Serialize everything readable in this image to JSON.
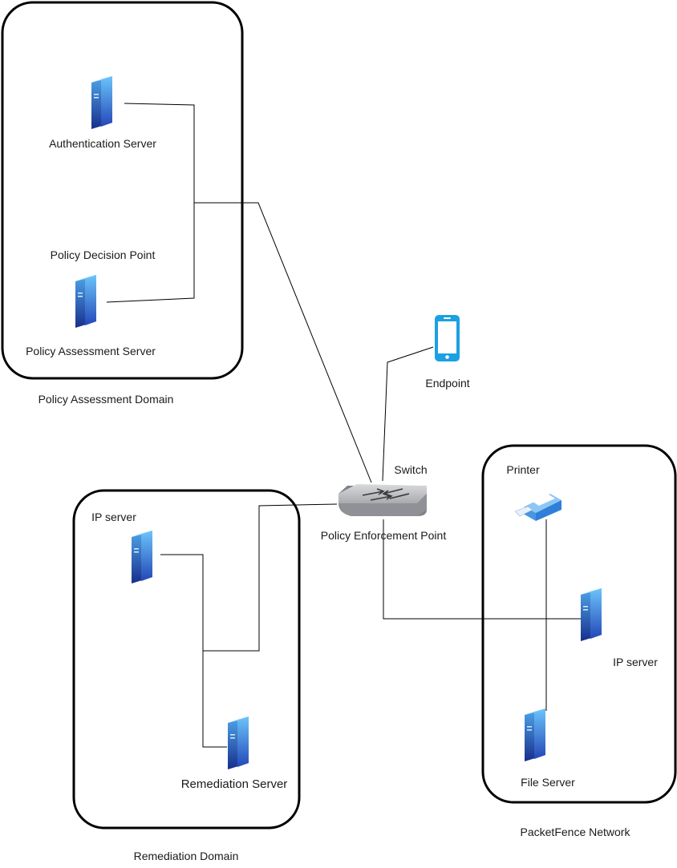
{
  "domains": {
    "policy_assessment": "Policy Assessment Domain",
    "remediation": "Remediation Domain",
    "packetfence": "PacketFence Network"
  },
  "nodes": {
    "authentication_server": "Authentication Server",
    "policy_decision_point": "Policy Decision Point",
    "policy_assessment_server": "Policy Assessment Server",
    "endpoint": "Endpoint",
    "switch": "Switch",
    "policy_enforcement_point": "Policy Enforcement Point",
    "ip_server_remediation": "IP server",
    "remediation_server": "Remediation Server",
    "printer": "Printer",
    "ip_server_packetfence": "IP server",
    "file_server": "File Server"
  },
  "icons": {
    "server": "server-icon",
    "phone": "mobile-phone-icon",
    "switch": "network-switch-icon",
    "printer": "printer-icon"
  },
  "colors": {
    "server_light": "#5ab4f5",
    "server_dark": "#1f3fa8",
    "phone": "#1ba1e2",
    "switch": "#8d8f94",
    "printer": "#2f7fd8"
  }
}
